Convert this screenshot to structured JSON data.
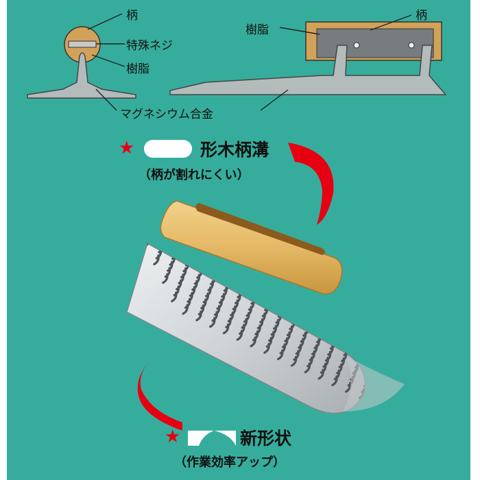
{
  "labels": {
    "handle_left": "柄",
    "special_screw": "特殊ネジ",
    "resin_left": "樹脂",
    "resin_right": "樹脂",
    "handle_right": "柄",
    "alloy": "マグネシウム合金"
  },
  "feature_1": {
    "star": "★",
    "title": "形木柄溝",
    "note": "（柄が割れにくい）"
  },
  "feature_2": {
    "star": "★",
    "title": "新形状",
    "note": "（作業効率アップ）"
  },
  "colors": {
    "background": "#36ad9c",
    "accent": "#e60012",
    "wood": "#e4b865",
    "blade": "#d2d6d9",
    "diagram_metal": "#b4bbbb"
  }
}
